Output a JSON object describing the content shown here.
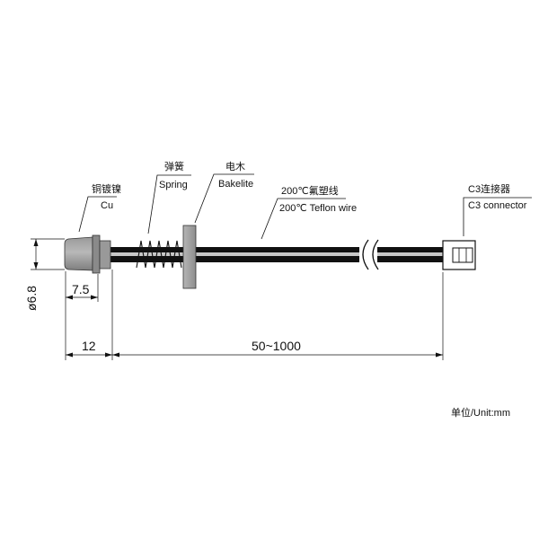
{
  "callouts": {
    "copper_cn": "铜镀镍",
    "copper_en": "Cu",
    "spring_cn": "弹簧",
    "spring_en": "Spring",
    "bakelite_cn": "电木",
    "bakelite_en": "Bakelite",
    "wire_cn": "200℃氟塑线",
    "wire_en": "200℃ Teflon wire",
    "connector_cn": "C3连接器",
    "connector_en": "C3 connector"
  },
  "dimensions": {
    "diameter": "ø6.8",
    "probe_inner": "7.5",
    "probe_length": "12",
    "cable_length": "50~1000"
  },
  "unit_note": "单位/Unit:mm"
}
